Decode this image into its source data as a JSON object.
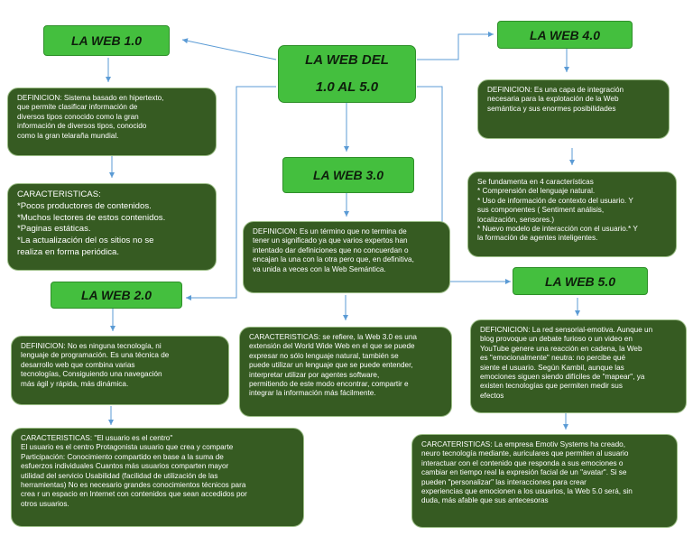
{
  "main_title": {
    "line1": "LA WEB DEL",
    "line2": "1.0 AL 5.0"
  },
  "web1": {
    "title": "LA WEB 1.0",
    "definition": "DEFINICION: Sistema basado en hipertexto,\nque permite clasificar información de\ndiversos tipos conocido como la gran\ninformación de diversos tipos, conocido\ncomo la gran telaraña mundial.",
    "characteristics": "CARACTERISTICAS:\n*Pocos productores de contenidos.\n*Muchos lectores de estos contenidos.\n*Paginas estáticas.\n*La actualización del os sitios no se\nrealiza en forma periódica."
  },
  "web2": {
    "title": "LA WEB 2.0",
    "definition": "DEFINICION: No es ninguna tecnología, ni\nlenguaje de programación. Es una técnica de\ndesarrollo web que combina varias\ntecnologías, Consiguiendo una navegación\nmás ágil y rápida, más dinámica.",
    "characteristics": "CARACTERISTICAS: \"El usuario es el centro\"\nEl usuario es el centro Protagonista usuario que crea y comparte\nParticipación: Conocimiento compartido en base a la suma de\nesfuerzos individuales Cuantos más usuarios comparten mayor\nutilidad del servicio Usabilidad (facilidad de utilización de las\nherramientas) No es necesario grandes conocimientos técnicos para\ncrea r un espacio en Internet con contenidos que sean accedidos por\notros usuarios."
  },
  "web3": {
    "title": "LA WEB 3.0",
    "definition": "DEFINICION: Es un término que no termina de\ntener un significado ya que varios expertos han\nintentado dar definiciones que no concuerdan o\nencajan la una con la otra pero que, en definitiva,\nva unida a veces con la Web Semántica.",
    "characteristics": "CARACTERISTICAS: se refiere, la Web 3.0 es una\nextensión del World Wide Web en el que se puede\nexpresar no sólo lenguaje natural, también se\npuede utilizar un lenguaje que se puede entender,\ninterpretar utilizar por agentes software,\npermitiendo de este modo encontrar, compartir e\nintegrar la información más fácilmente."
  },
  "web4": {
    "title": "LA WEB 4.0",
    "definition": "DEFINICION: Es una capa de integración\nnecesaria para la explotación de la Web\nsemántica y sus enormes posibilidades",
    "characteristics": "Se fundamenta en 4 características\n* Comprensión del lenguaje natural.\n* Uso de información de contexto del usuario. Y\nsus componentes ( Sentiment análisis,\nlocalización, sensores.)\n* Nuevo modelo de interacción con el usuario.* Y\nla formación de agentes inteligentes."
  },
  "web5": {
    "title": "LA WEB 5.0",
    "definition": "DEFICNICION: La red sensorial-emotiva. Aunque un\nblog provoque un debate furioso o un video en\nYouTube genere una reacción en cadena, la Web\nes \"emocionalmente\" neutra: no percibe qué\nsiente el usuario. Según Kambil, aunque las\nemociones siguen siendo difíciles de \"mapear\", ya\nexisten tecnologías que permiten medir sus\nefectos",
    "characteristics": "CARCATERISTICAS: La empresa Emotiv Systems ha creado,\nneuro tecnología mediante, auriculares que permiten al usuario\ninteractuar con el contenido que responda a sus emociones o\ncambiar en tiempo real la expresión facial de un \"avatar\". Si se\npueden \"personalizar\" las interacciones para crear\nexperiencias que emocionen a los usuarios, la Web 5.0 será, sin\nduda, más afable que sus antecesoras"
  },
  "colors": {
    "title_fill": "#44bf3e",
    "card_fill": "#365b22",
    "arrow": "#5b9bd5"
  }
}
